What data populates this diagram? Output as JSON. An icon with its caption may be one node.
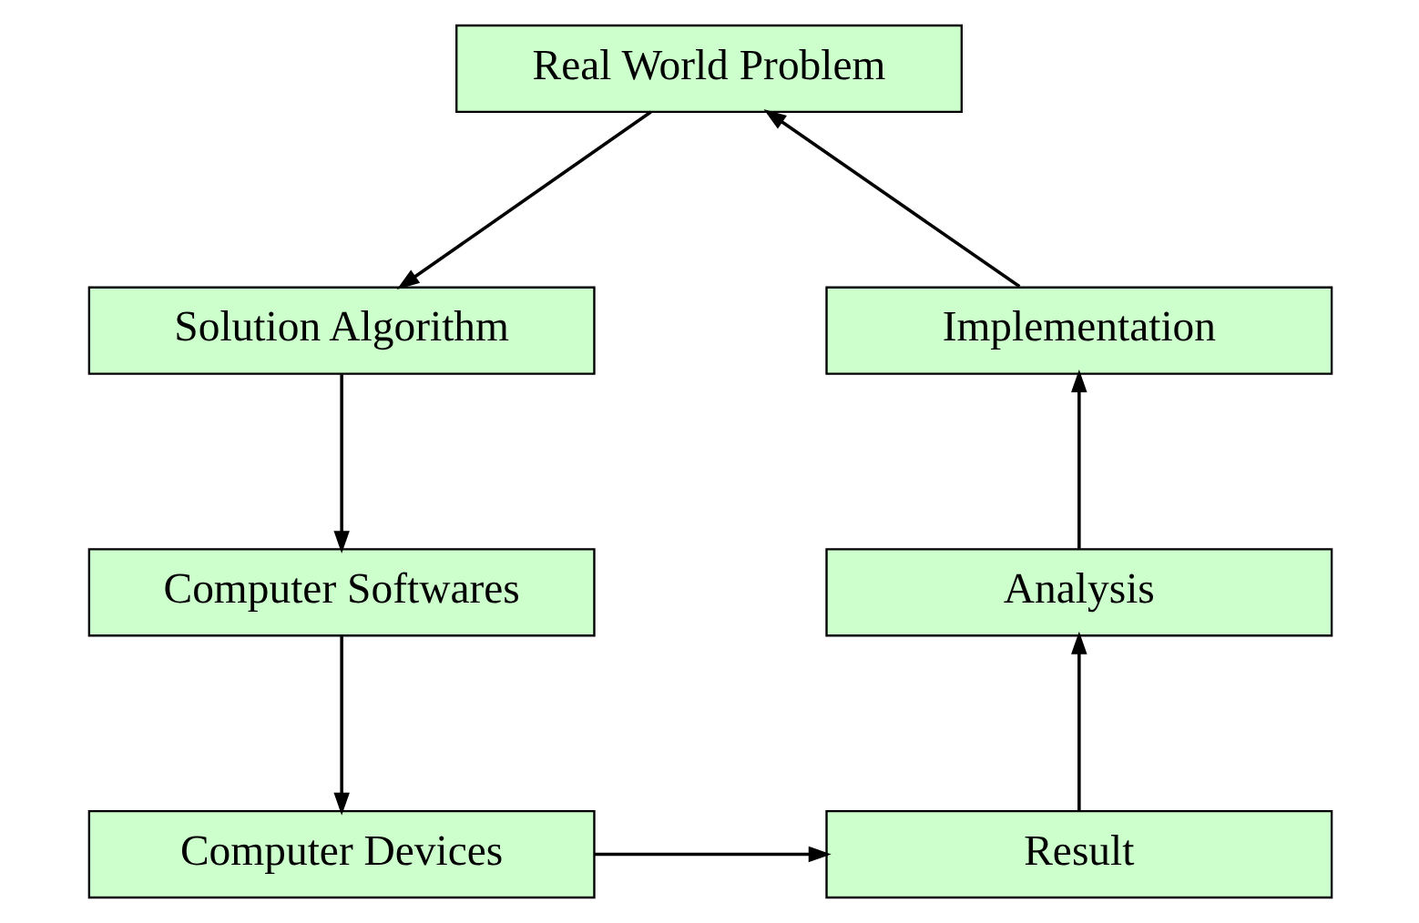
{
  "diagram": {
    "nodes": [
      {
        "text": [
          "Real World Problem"
        ]
      },
      {
        "text": [
          "Solution Algorithm"
        ]
      },
      {
        "text": [
          "Implementation"
        ]
      },
      {
        "text": [
          "Computer Softwares"
        ]
      },
      {
        "text": [
          "Analysis"
        ]
      },
      {
        "text": [
          "Computer Devices"
        ]
      },
      {
        "text": [
          "Result"
        ]
      }
    ],
    "edges": [
      {
        "from": 0,
        "to": 1,
        "arrow": "to"
      },
      {
        "from": 1,
        "to": 3,
        "arrow": "to"
      },
      {
        "from": 3,
        "to": 5,
        "arrow": "to"
      },
      {
        "from": 5,
        "to": 6,
        "arrow": "to"
      },
      {
        "from": 6,
        "to": 4,
        "arrow": "to"
      },
      {
        "from": 4,
        "to": 2,
        "arrow": "to"
      },
      {
        "from": 2,
        "to": 0,
        "arrow": "to"
      }
    ]
  }
}
